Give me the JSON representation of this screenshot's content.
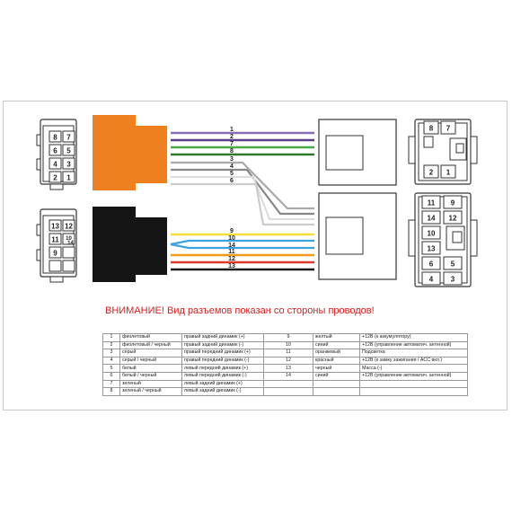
{
  "warning": "ВНИМАНИЕ! Вид разъемов показан со стороны проводов!",
  "connectors": {
    "left_top_pins": [
      "8",
      "7",
      "6",
      "5",
      "4",
      "3",
      "2",
      "1"
    ],
    "left_bottom_pins": [
      "13",
      "12",
      "11",
      "10",
      "14",
      "9"
    ],
    "right_top_pins": [
      "8",
      "7",
      "2",
      "1"
    ],
    "right_bottom_pins": [
      "11",
      "9",
      "14",
      "12",
      "10",
      "13",
      "6",
      "5",
      "4",
      "3"
    ]
  },
  "wires": [
    {
      "label": "1",
      "color": "#8a6fb8"
    },
    {
      "label": "2",
      "color": "#5a3f88"
    },
    {
      "label": "7",
      "color": "#4aaa45"
    },
    {
      "label": "8",
      "color": "#2a7a2a"
    },
    {
      "label": "3",
      "color": "#aaaaaa"
    },
    {
      "label": "4",
      "color": "#888888"
    },
    {
      "label": "5",
      "color": "#dddddd"
    },
    {
      "label": "6",
      "color": "#cccccc"
    },
    {
      "label": "9",
      "color": "#f5e03a"
    },
    {
      "label": "10",
      "color": "#3aa3e0"
    },
    {
      "label": "14",
      "color": "#2a6ab8"
    },
    {
      "label": "11",
      "color": "#f39a1e"
    },
    {
      "label": "12",
      "color": "#e03a2a"
    },
    {
      "label": "13",
      "color": "#1a1a1a"
    }
  ],
  "legend_rows": [
    {
      "n": "1",
      "color": "фиолетовый",
      "desc": "правый задний динамик (+)",
      "n2": "9",
      "color2": "желтый",
      "desc2": "+12В (к аккумулятору)"
    },
    {
      "n": "2",
      "color": "фиолетовый / черный",
      "desc": "правый задний динамик (-)",
      "n2": "10",
      "color2": "синий",
      "desc2": "+12В (управление автоматич. антенной)"
    },
    {
      "n": "3",
      "color": "серый",
      "desc": "правый передний динамик (+)",
      "n2": "11",
      "color2": "оранжевый",
      "desc2": "Подсветка"
    },
    {
      "n": "4",
      "color": "серый / черный",
      "desc": "правый передний динамик (-)",
      "n2": "12",
      "color2": "красный",
      "desc2": "+12В (к замку зажигания / ACC вкл.)"
    },
    {
      "n": "5",
      "color": "белый",
      "desc": "левый передний динамик (+)",
      "n2": "13",
      "color2": "черный",
      "desc2": "Масса (-)"
    },
    {
      "n": "6",
      "color": "белый / черный",
      "desc": "левый передний динамик (-)",
      "n2": "14",
      "color2": "синий",
      "desc2": "+12В (управление автоматич. антенной)"
    },
    {
      "n": "7",
      "color": "зеленый",
      "desc": "левый задний динамик (+)",
      "n2": "",
      "color2": "",
      "desc2": ""
    },
    {
      "n": "8",
      "color": "зеленый / черный",
      "desc": "левый задний динамик (-)",
      "n2": "",
      "color2": "",
      "desc2": ""
    }
  ]
}
